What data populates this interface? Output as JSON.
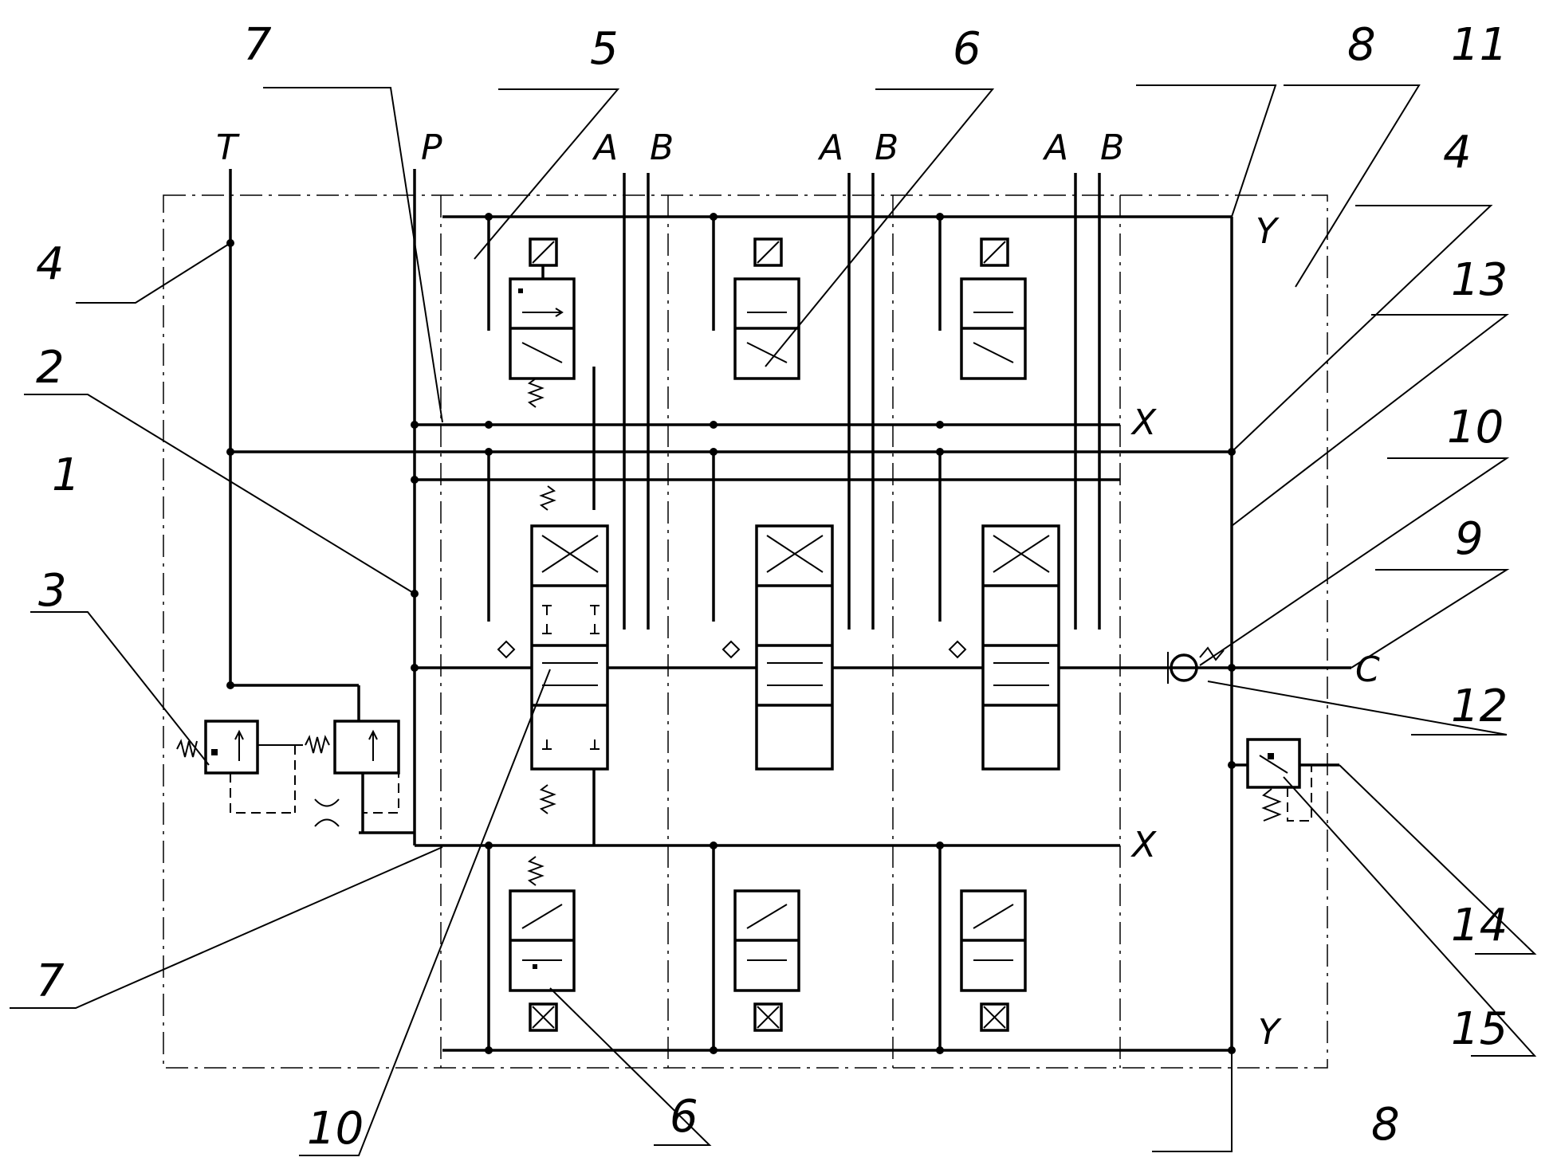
{
  "ports": {
    "t": "T",
    "p": "P",
    "a1": "A",
    "b1": "B",
    "a2": "A",
    "b2": "B",
    "a3": "A",
    "b3": "B",
    "x_top": "X",
    "x_bottom": "X",
    "y_top": "Y",
    "y_bottom": "Y",
    "c": "C"
  },
  "callouts": {
    "n1": "1",
    "n2": "2",
    "n3": "3",
    "n4_left": "4",
    "n4_right": "4",
    "n5": "5",
    "n6_top": "6",
    "n6_bottom": "6",
    "n7_top": "7",
    "n7_bottom": "7",
    "n8_top": "8",
    "n8_bottom": "8",
    "n9": "9",
    "n10_right": "10",
    "n10_bottom": "10",
    "n11": "11",
    "n12": "12",
    "n13": "13",
    "n14": "14",
    "n15": "15"
  }
}
